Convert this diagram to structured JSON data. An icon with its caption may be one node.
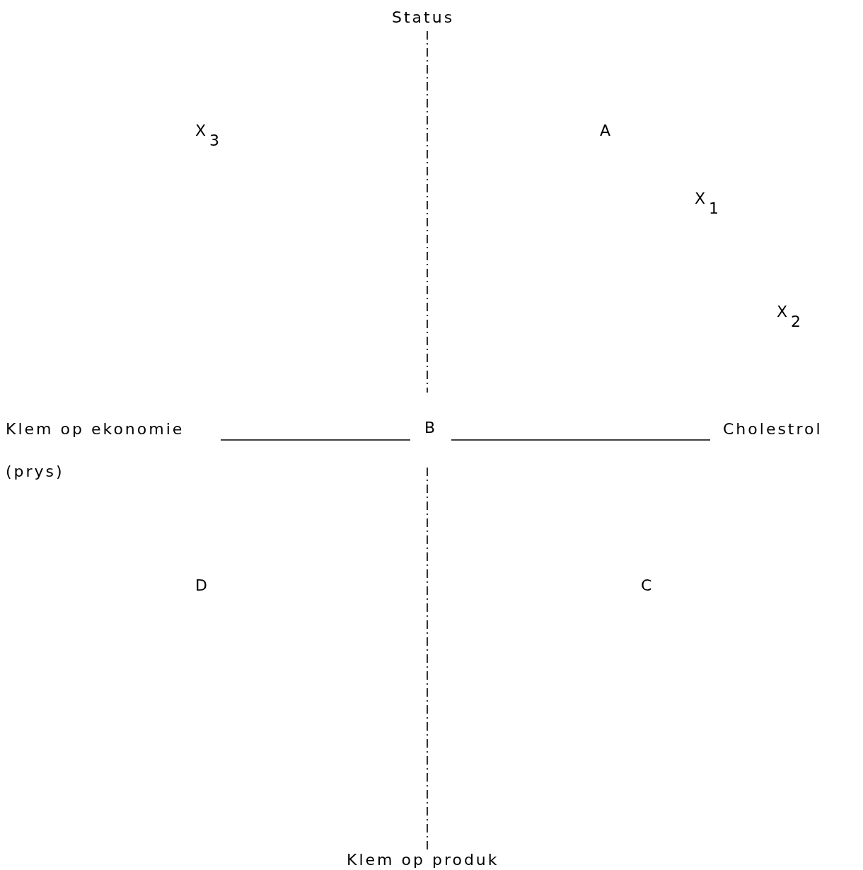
{
  "diagram": {
    "nodes": [
      {
        "text": [
          "Status"
        ]
      },
      {
        "text": [
          "Klem op ekonomie (prys)"
        ]
      },
      {
        "text": [
          "B"
        ]
      },
      {
        "text": [
          "Cholestrol"
        ]
      },
      {
        "text": [
          "Klem op produk"
        ]
      }
    ],
    "edges": [
      {
        "from": 0,
        "to": 2,
        "arrow": "none",
        "style": "dashed"
      },
      {
        "from": 2,
        "to": 4,
        "arrow": "none",
        "style": "dashed"
      },
      {
        "from": 1,
        "to": 2,
        "arrow": "none"
      },
      {
        "from": 2,
        "to": 3,
        "arrow": "none"
      }
    ],
    "labels": [
      "X$_{3}$",
      "A",
      "X$_{1}$",
      "X$_{2}$",
      "D",
      "C"
    ]
  }
}
